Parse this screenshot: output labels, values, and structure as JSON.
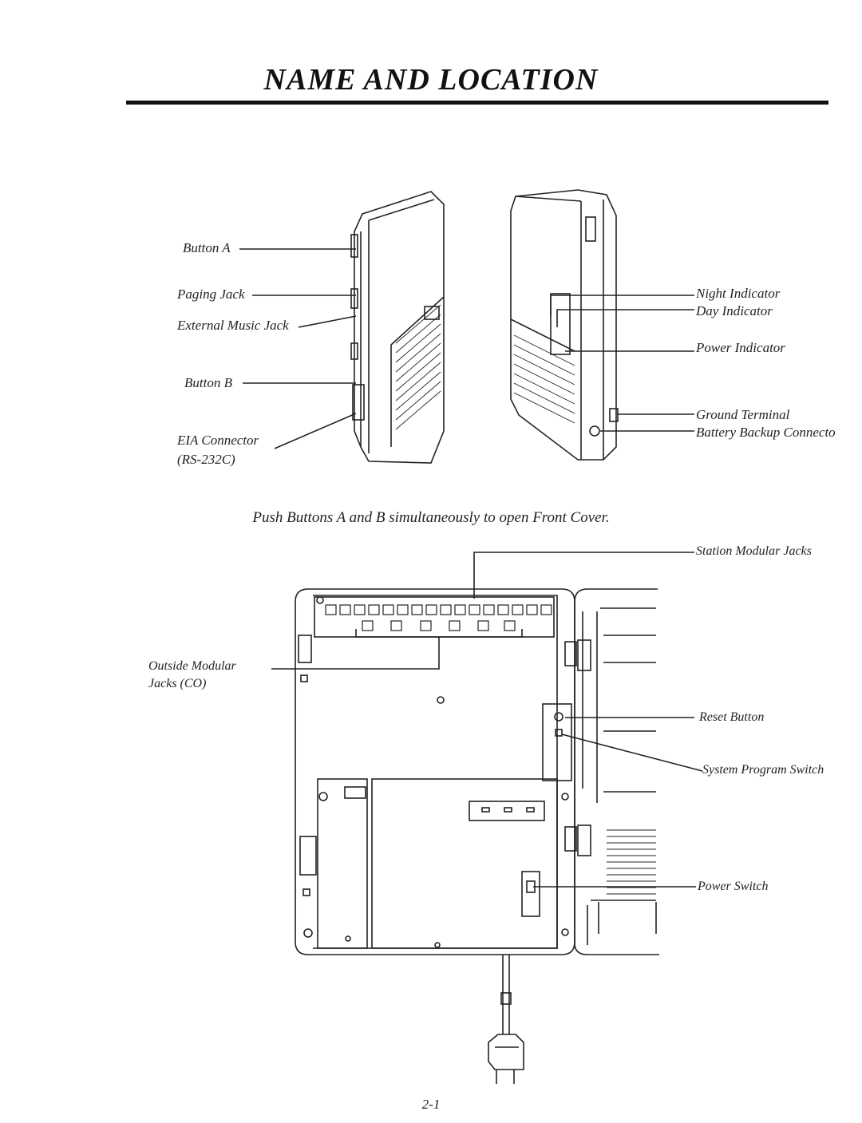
{
  "title": "NAME AND LOCATION",
  "labels": {
    "button_a": "Button A",
    "paging_jack": "Paging Jack",
    "external_music_jack": "External Music Jack",
    "button_b": "Button B",
    "eia_connector": "EIA Connector",
    "rs232c": "(RS-232C)",
    "night_indicator": "Night Indicator",
    "day_indicator": "Day Indicator",
    "power_indicator": "Power Indicator",
    "ground_terminal": "Ground Terminal",
    "battery_backup_connector": "Battery Backup Connecto",
    "station_modular_jacks": "Station Modular Jacks",
    "outside_modular_jacks_line1": "Outside Modular",
    "outside_modular_jacks_line2": "Jacks (CO)",
    "reset_button": "Reset Button",
    "system_program_switch": "System Program Switch",
    "power_switch": "Power Switch"
  },
  "caption": "Push Buttons A and B simultaneously to open Front Cover.",
  "page_number": "2-1"
}
